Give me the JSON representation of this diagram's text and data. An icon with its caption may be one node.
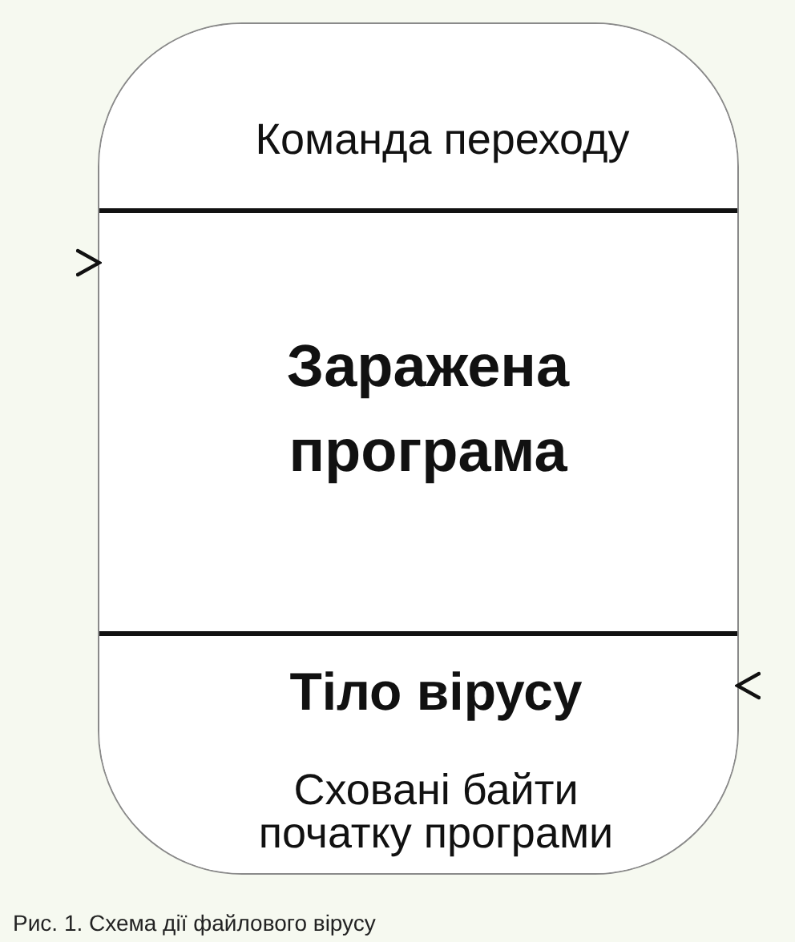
{
  "diagram": {
    "caption": "Рис. 1. Схема дії файлового вірусу",
    "nodes": [
      {
        "text": [],
        "shape": "box"
      },
      {
        "text": [
          "Команда переходу"
        ],
        "in": 0
      },
      {
        "text": [
          "Заражена програма"
        ],
        "in": 0
      },
      {
        "text": [
          "Тіло вірусу",
          "Сховані байти початку програми"
        ],
        "in": 0
      }
    ],
    "edges": [
      {
        "from": null,
        "to": 2,
        "arrow": "to"
      },
      {
        "from": null,
        "to": 3,
        "arrow": "to"
      }
    ]
  }
}
